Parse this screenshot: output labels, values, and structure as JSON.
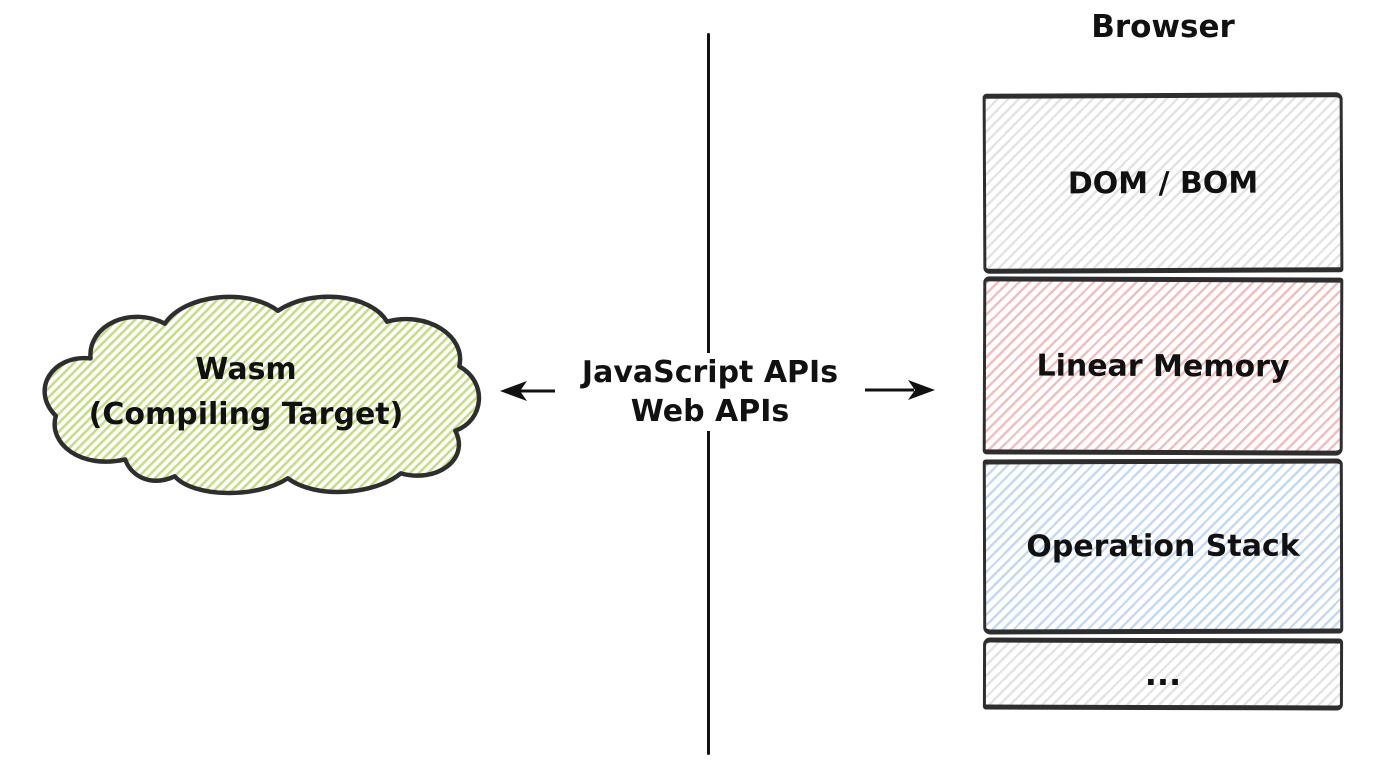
{
  "colors": {
    "background": "#ffffff",
    "stroke": "#2e2e2e",
    "text": "#111111"
  },
  "cloud": {
    "line1": "Wasm",
    "line2": "(Compiling Target)",
    "hatch_color": "#c5dd86"
  },
  "bridge": {
    "line1": "JavaScript APIs",
    "line2": "Web APIs"
  },
  "browser": {
    "title": "Browser",
    "layers": [
      {
        "label": "DOM / BOM",
        "hatch_color": "#e3e3e3"
      },
      {
        "label": "Linear Memory",
        "hatch_color": "#f2bebe"
      },
      {
        "label": "Operation Stack",
        "hatch_color": "#c6d9f3"
      },
      {
        "label": "...",
        "hatch_color": "#e3e3e3"
      }
    ]
  }
}
